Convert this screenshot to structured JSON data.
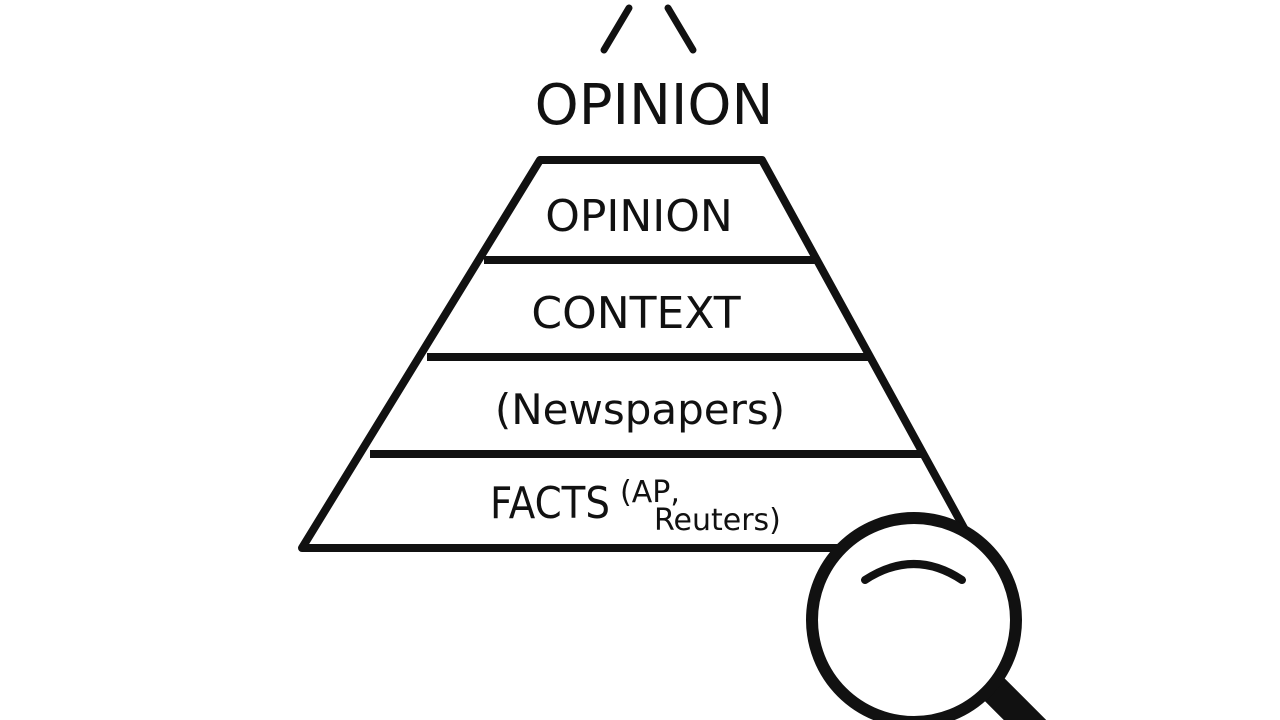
{
  "top_label": "OPINION",
  "tiers": [
    {
      "label": "OPINION"
    },
    {
      "label": "CONTEXT"
    },
    {
      "label": "(Newspapers)"
    },
    {
      "label": "FACTS",
      "note_line1": "(AP,",
      "note_line2": "Reuters)"
    }
  ],
  "colors": {
    "ink": "#111111",
    "background": "#ffffff"
  },
  "icons": [
    "caret-up-icon",
    "magnifying-glass-icon"
  ]
}
